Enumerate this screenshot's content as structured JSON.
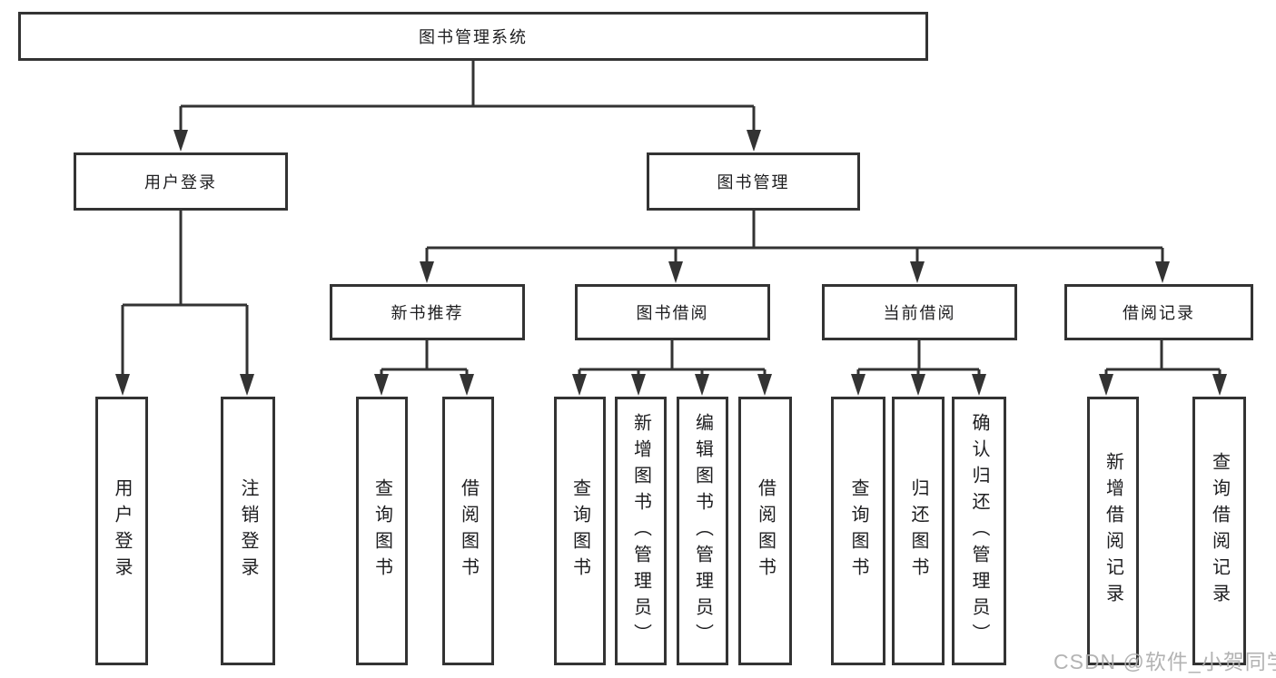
{
  "tree": {
    "label": "图书管理系统",
    "children": [
      {
        "label": "用户登录",
        "children": [
          {
            "label": "用户登录"
          },
          {
            "label": "注销登录"
          }
        ]
      },
      {
        "label": "图书管理",
        "children": [
          {
            "label": "新书推荐",
            "children": [
              {
                "label": "查询图书"
              },
              {
                "label": "借阅图书"
              }
            ]
          },
          {
            "label": "图书借阅",
            "children": [
              {
                "label": "查询图书"
              },
              {
                "label": "新增图书（管理员）"
              },
              {
                "label": "编辑图书（管理员）"
              },
              {
                "label": "借阅图书"
              }
            ]
          },
          {
            "label": "当前借阅",
            "children": [
              {
                "label": "查询图书"
              },
              {
                "label": "归还图书"
              },
              {
                "label": "确认归还（管理员）"
              }
            ]
          },
          {
            "label": "借阅记录",
            "children": [
              {
                "label": "新增借阅记录"
              },
              {
                "label": "查询借阅记录"
              }
            ]
          }
        ]
      }
    ]
  },
  "watermark": {
    "text": "CSDN @软件_小贺同学"
  },
  "colors": {
    "line": "#333333",
    "box_border": "#333333",
    "box_fill": "#ffffff",
    "text": "#1d1d1f",
    "watermark": "#adadad",
    "background": "#ffffff"
  }
}
